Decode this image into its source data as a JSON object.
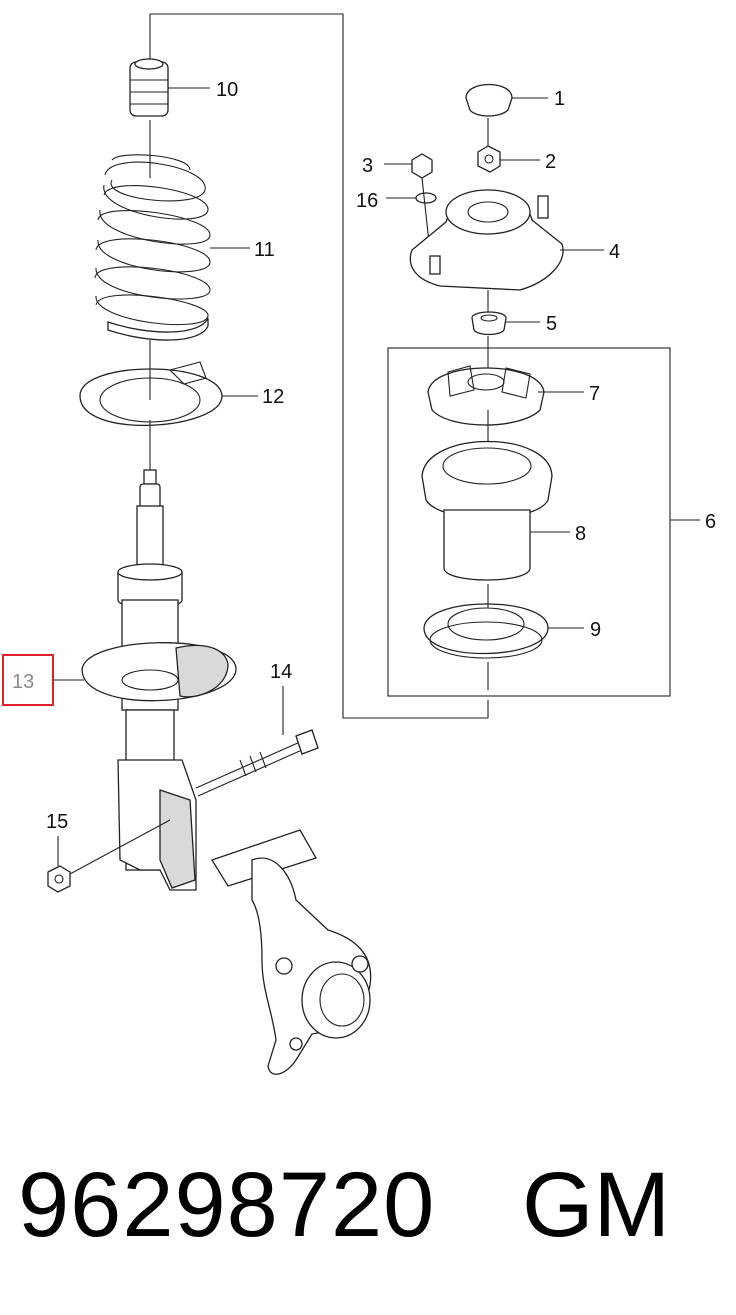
{
  "callouts": {
    "c1": "1",
    "c2": "2",
    "c3": "3",
    "c4": "4",
    "c5": "5",
    "c6": "6",
    "c7": "7",
    "c8": "8",
    "c9": "9",
    "c10": "10",
    "c11": "11",
    "c12": "12",
    "c13": "13",
    "c14": "14",
    "c15": "15",
    "c16": "16"
  },
  "highlight": {
    "part": "13",
    "color": "#e0202a",
    "text_color": "#8a8a8a"
  },
  "footer": {
    "part_number": "96298720",
    "brand": "GM"
  }
}
